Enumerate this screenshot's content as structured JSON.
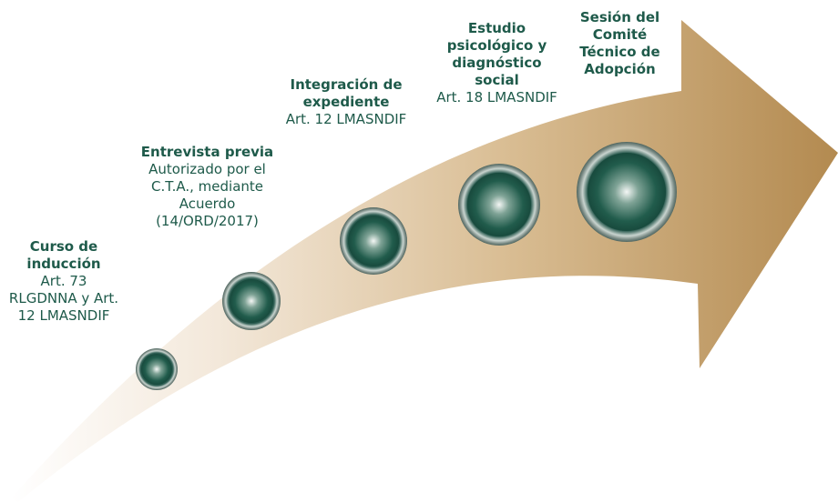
{
  "steps": [
    {
      "title": "Curso de inducción",
      "detail": "Art. 73 RLGDNNA y Art. 12 LMASNDIF"
    },
    {
      "title": "Entrevista previa",
      "detail": "Autorizado por el C.T.A., mediante Acuerdo (14/ORD/2017)"
    },
    {
      "title": "Integración de expediente",
      "detail": "Art. 12 LMASNDIF"
    },
    {
      "title": "Estudio psicológico y diagnóstico social",
      "detail": "Art. 18 LMASNDIF"
    },
    {
      "title": "Sesión del Comité Técnico de Adopción",
      "detail": ""
    }
  ],
  "colors": {
    "arrow_light": "#f6eee4",
    "arrow_dark": "#b88f55",
    "circle": "#1f5b4c",
    "text": "#1e5a4a"
  }
}
